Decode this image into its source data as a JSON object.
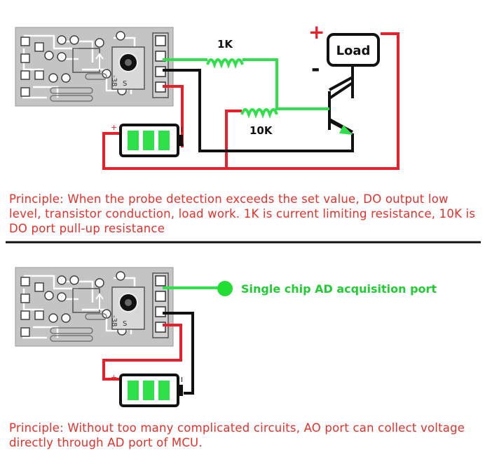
{
  "diagram1": {
    "resistor_1k_label": "1K",
    "resistor_10k_label": "10K",
    "load_label": "Load",
    "plus_sign": "+",
    "minus_sign": "-",
    "battery_plus": "+",
    "battery_minus": "I",
    "board_text_1": "-38",
    "board_text_2": "S",
    "principle": "Principle: When the probe detection exceeds the set value, DO output low level, transistor conduction, load work. 1K is current limiting resistance, 10K is DO port pull-up resistance"
  },
  "diagram2": {
    "port_label": "Single chip AD acquisition port",
    "battery_plus": "+",
    "battery_minus": "I",
    "board_text_1": "-38",
    "board_text_2": "S",
    "principle": "Principle: Without too many complicated circuits, AO port can collect voltage directly through AD port of MCU."
  },
  "colors": {
    "wire_red": "#e8202a",
    "wire_green": "#2fe04a",
    "wire_black": "#111111",
    "text_red": "#e8302a",
    "port_green": "#22dd33",
    "board_gray": "#bcbcbc"
  }
}
